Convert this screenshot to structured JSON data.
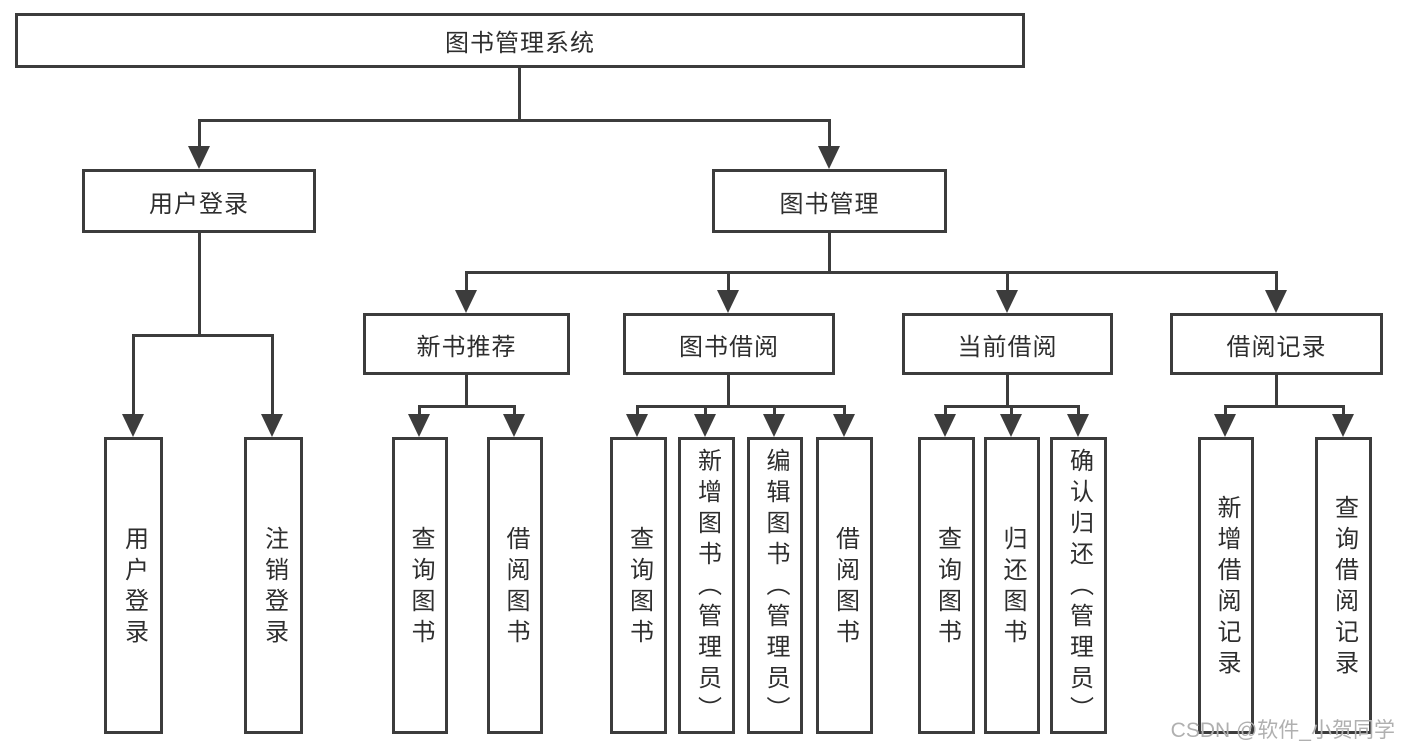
{
  "diagram_type": "hierarchy-tree",
  "colors": {
    "line": "#3c3c3c",
    "text": "#2e2e2e",
    "box_fill": "#ffffff",
    "background": "#ffffff",
    "watermark": "#b0b0b0"
  },
  "tree": {
    "label": "图书管理系统",
    "children": [
      {
        "label": "用户登录",
        "children": [
          {
            "label": "用户登录"
          },
          {
            "label": "注销登录"
          }
        ]
      },
      {
        "label": "图书管理",
        "children": [
          {
            "label": "新书推荐",
            "children": [
              {
                "label": "查询图书"
              },
              {
                "label": "借阅图书"
              }
            ]
          },
          {
            "label": "图书借阅",
            "children": [
              {
                "label": "查询图书"
              },
              {
                "label": "新增图书（管理员）"
              },
              {
                "label": "编辑图书（管理员）"
              },
              {
                "label": "借阅图书"
              }
            ]
          },
          {
            "label": "当前借阅",
            "children": [
              {
                "label": "查询图书"
              },
              {
                "label": "归还图书"
              },
              {
                "label": "确认归还（管理员）"
              }
            ]
          },
          {
            "label": "借阅记录",
            "children": [
              {
                "label": "新增借阅记录"
              },
              {
                "label": "查询借阅记录"
              }
            ]
          }
        ]
      }
    ]
  },
  "watermark": {
    "text": "CSDN @软件_小贺同学"
  }
}
